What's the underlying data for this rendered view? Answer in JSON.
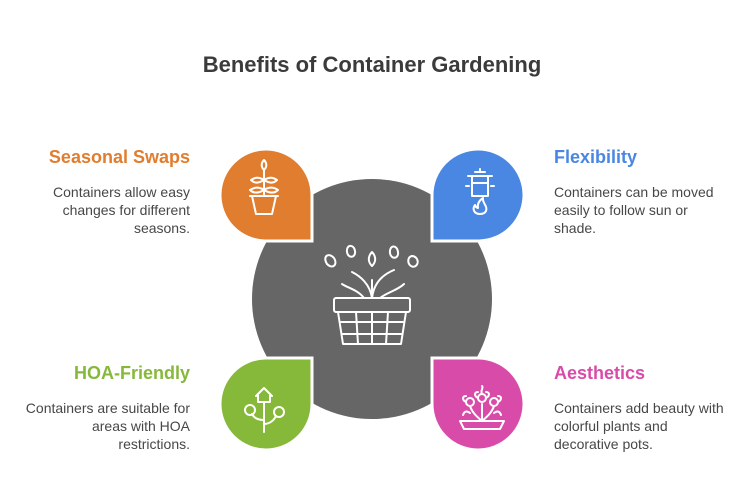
{
  "title": "Benefits of Container Gardening",
  "center": {
    "icon": "plant-basket-icon"
  },
  "quadrants": [
    {
      "heading": "Seasonal Swaps",
      "description": "Containers allow easy changes for different seasons.",
      "color": "#e07d2e",
      "icon": "potted-plant-icon"
    },
    {
      "heading": "Flexibility",
      "description": "Containers can be moved easily to follow sun or shade.",
      "color": "#4a87e3",
      "icon": "cooking-pot-flame-icon"
    },
    {
      "heading": "HOA-Friendly",
      "description": "Containers are suitable for areas with HOA restrictions.",
      "color": "#86b83a",
      "icon": "house-plant-icon"
    },
    {
      "heading": "Aesthetics",
      "description": "Containers add beauty with colorful plants and decorative pots.",
      "color": "#d94ba9",
      "icon": "flower-pot-icon"
    }
  ]
}
